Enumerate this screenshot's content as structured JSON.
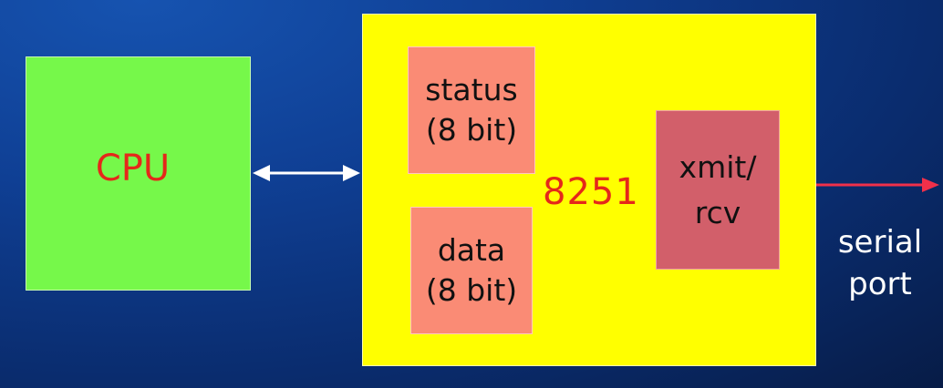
{
  "diagram": {
    "cpu": {
      "label": "CPU"
    },
    "chip": {
      "label": "8251"
    },
    "status_register": {
      "line1": "status",
      "line2": "(8 bit)"
    },
    "data_register": {
      "line1": "data",
      "line2": "(8 bit)"
    },
    "transceiver": {
      "line1": "xmit/",
      "line2": "rcv"
    },
    "serial_port": {
      "line1": "serial",
      "line2": "port"
    }
  },
  "colors": {
    "cpu_fill": "#76f84a",
    "chip_fill": "#ffff00",
    "register_fill": "#fa8b75",
    "transceiver_fill": "#d25f6a",
    "label_red": "#e5281a",
    "bus_arrow": "#ffffff",
    "serial_arrow": "#f0304a"
  }
}
